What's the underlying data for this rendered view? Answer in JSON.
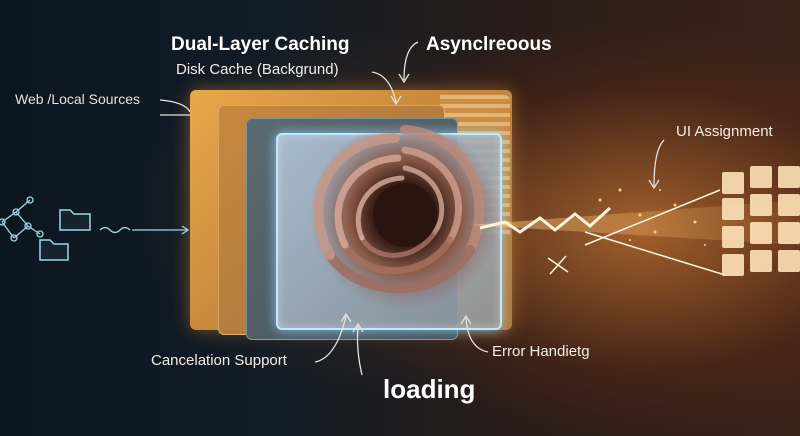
{
  "labels": {
    "dual_layer": "Dual-Layer Caching",
    "disk_cache": "Disk Cache (Backgrund)",
    "asynchronous": "Asynclreoous",
    "web_local": "Web /Local Sources",
    "ui_assignment": "UI Assignment",
    "cancelation": "Cancelation Support",
    "error_handling": "Error Handietg",
    "loading": "loading"
  },
  "colors": {
    "accent_orange": "#f0a24a",
    "glow_cyan": "#bfe9ff",
    "icon_stroke": "#9fd6ea"
  },
  "icons": [
    "network-graph-icon",
    "folder-icon",
    "folder-icon",
    "wave-arrow-icon",
    "swirl-icon",
    "x-mark-icon",
    "ui-grid-icon"
  ]
}
